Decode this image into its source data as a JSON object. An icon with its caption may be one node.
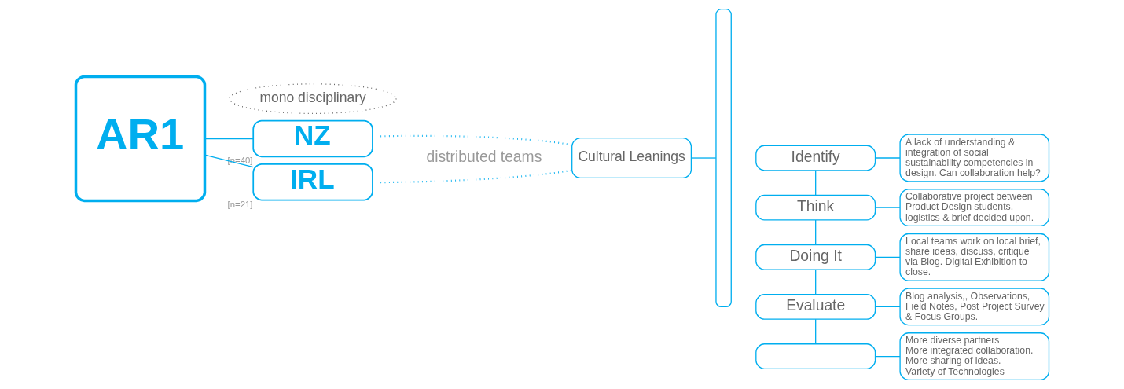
{
  "diagram": {
    "nodes": [
      {
        "text": [
          "AR1"
        ]
      },
      {
        "text": [
          "mono disciplinary"
        ]
      },
      {
        "text": [
          "NZ"
        ],
        "beside": [
          "[n=40]"
        ]
      },
      {
        "text": [
          "IRL"
        ],
        "beside": [
          "[n=21]"
        ]
      },
      {
        "text": [
          "Cultural Leanings"
        ]
      },
      {
        "text": [],
        "shape": "box"
      },
      {
        "text": [
          "Identify"
        ]
      },
      {
        "text": [
          "A lack of understanding & integration of social sustainability competencies in design. Can collaboration help?"
        ]
      },
      {
        "text": [
          "Think"
        ]
      },
      {
        "text": [
          "Collaborative project between Product Design students, logistics & brief decided upon."
        ]
      },
      {
        "text": [
          "Doing It"
        ]
      },
      {
        "text": [
          "Local teams work on local brief, share ideas, discuss, critique via Blog. Digital Exhibition to close."
        ]
      },
      {
        "text": [
          "Evaluate"
        ]
      },
      {
        "text": [
          "Blog analysis,, Observations, Field Notes, Post Project Survey & Focus Groups."
        ]
      },
      {
        "text": [],
        "shape": "box"
      },
      {
        "text": [
          "More diverse partners",
          "More integrated collaboration.",
          "More sharing of ideas.",
          "Variety of Technologies"
        ]
      }
    ],
    "edges": [
      {
        "from": 0,
        "to": 2,
        "arrow": "none"
      },
      {
        "from": 0,
        "to": 3,
        "arrow": "none"
      },
      {
        "from": 2,
        "to": 4,
        "arrow": "none",
        "style": "dashed"
      },
      {
        "from": 3,
        "to": 4,
        "arrow": "none",
        "style": "dashed"
      },
      {
        "from": 4,
        "to": 5,
        "arrow": "none"
      },
      {
        "from": 6,
        "to": 8,
        "arrow": "none"
      },
      {
        "from": 8,
        "to": 10,
        "arrow": "none"
      },
      {
        "from": 10,
        "to": 12,
        "arrow": "none"
      },
      {
        "from": 12,
        "to": 14,
        "arrow": "none"
      },
      {
        "from": 6,
        "to": 7,
        "arrow": "none"
      },
      {
        "from": 8,
        "to": 9,
        "arrow": "none"
      },
      {
        "from": 10,
        "to": 11,
        "arrow": "none"
      },
      {
        "from": 12,
        "to": 13,
        "arrow": "none"
      },
      {
        "from": 14,
        "to": 15,
        "arrow": "none"
      }
    ],
    "labels": [
      "distributed teams"
    ]
  }
}
